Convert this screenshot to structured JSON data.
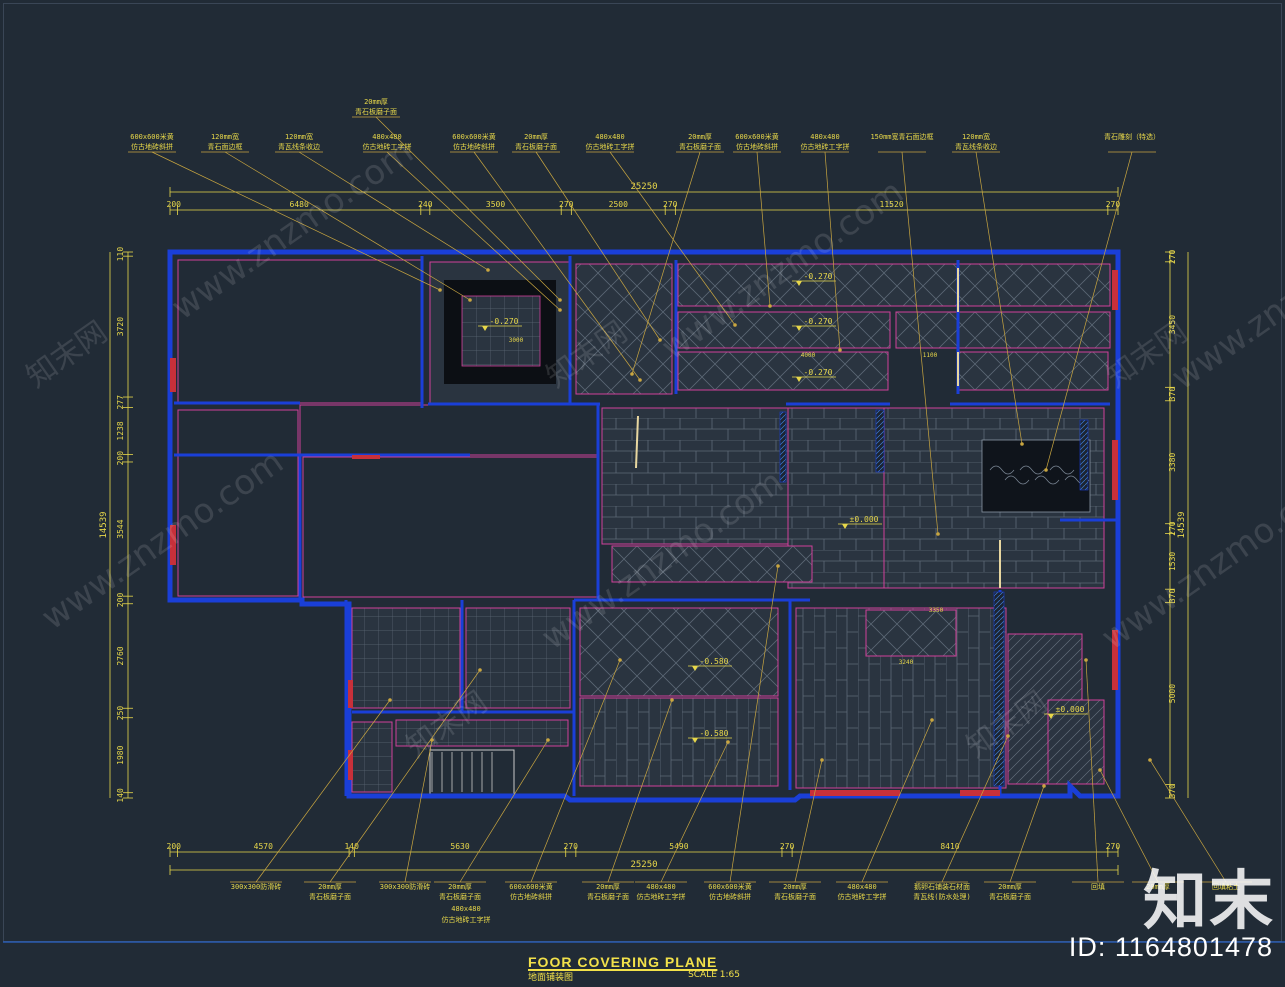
{
  "drawing": {
    "title": "FOOR COVERING PLANE",
    "subtitle_cn": "地面铺装图",
    "scale": "SCALE 1:65"
  },
  "branding": {
    "logo_text": "知末",
    "id_label": "ID: 1164801478",
    "watermark": "www.znzmo.com",
    "watermark_cn": "知末网"
  },
  "top_dimensions": {
    "total": "25250",
    "segments": [
      "200",
      "6480",
      "240",
      "3500",
      "270",
      "2500",
      "270",
      "11520",
      "270"
    ]
  },
  "bottom_dimensions": {
    "total": "25250",
    "segments": [
      "200",
      "4570",
      "140",
      "5630",
      "270",
      "5490",
      "270",
      "8410",
      "270"
    ]
  },
  "left_dimensions": {
    "total": "14539",
    "segments": [
      "110",
      "3720",
      "277",
      "1238",
      "200",
      "3544",
      "200",
      "2760",
      "250",
      "1980",
      "140"
    ]
  },
  "right_dimensions": {
    "total": "14539",
    "segments": [
      "270",
      "3450",
      "370",
      "3380",
      "270",
      "1530",
      "370",
      "5000",
      "370"
    ]
  },
  "elevations": [
    "-0.270",
    "-0.270",
    "-0.270",
    "-0.270",
    "±0.000",
    "-0.580",
    "-0.580",
    "±0.000"
  ],
  "top_labels": [
    {
      "l1": "20mm厚",
      "l2": "青石板磨子面"
    },
    {
      "l1": "600x600米黄",
      "l2": "仿古地砖斜拼"
    },
    {
      "l1": "120mm宽",
      "l2": "青石面边框"
    },
    {
      "l1": "120mm宽",
      "l2": "青瓦线条收边"
    },
    {
      "l1": "480x480",
      "l2": "仿古地砖工字拼"
    },
    {
      "l1": "600x600米黄",
      "l2": "仿古地砖斜拼"
    },
    {
      "l1": "20mm厚",
      "l2": "青石板磨子面"
    },
    {
      "l1": "480x480",
      "l2": "仿古地砖工字拼"
    },
    {
      "l1": "20mm厚",
      "l2": "青石板磨子面"
    },
    {
      "l1": "600x600米黄",
      "l2": "仿古地砖斜拼"
    },
    {
      "l1": "480x480",
      "l2": "仿古地砖工字拼"
    },
    {
      "l1": "150mm宽青石面边框",
      "l2": ""
    },
    {
      "l1": "120mm宽",
      "l2": "青瓦线条收边"
    },
    {
      "l1": "青石雕刻（特选）",
      "l2": ""
    }
  ],
  "bottom_labels": [
    {
      "l1": "300x300防滑砖",
      "l2": ""
    },
    {
      "l1": "20mm厚",
      "l2": "青石板磨子面"
    },
    {
      "l1": "300x300防滑砖",
      "l2": ""
    },
    {
      "l1": "20mm厚",
      "l2": "青石板磨子面"
    },
    {
      "l1": "600x600米黄",
      "l2": "仿古地砖斜拼"
    },
    {
      "l1": "20mm厚",
      "l2": "青石板磨子面"
    },
    {
      "l1": "480x480",
      "l2": "仿古地砖工字拼"
    },
    {
      "l1": "600x600米黄",
      "l2": "仿古地砖斜拼"
    },
    {
      "l1": "20mm厚",
      "l2": "青石板磨子面"
    },
    {
      "l1": "480x480",
      "l2": "仿古地砖工字拼"
    },
    {
      "l1": "鹅卵石铺装石材面",
      "l2": "青瓦线(防水处理)"
    },
    {
      "l1": "20mm厚",
      "l2": "青石板磨子面"
    },
    {
      "l1": "回填",
      "l2": ""
    },
    {
      "l1": "20mm厚",
      "l2": ""
    },
    {
      "l1": "回填粘土",
      "l2": ""
    }
  ],
  "extra_label": {
    "l1": "480x480",
    "l2": "仿古地砖工字拼"
  },
  "colors": {
    "background": "#212b36",
    "wall": "#1a3fd8",
    "dimension": "#e8d84a",
    "magenta": "#d0409a",
    "leader": "#c9a640",
    "grid": "#5e6a78",
    "column": "#c8303a"
  }
}
